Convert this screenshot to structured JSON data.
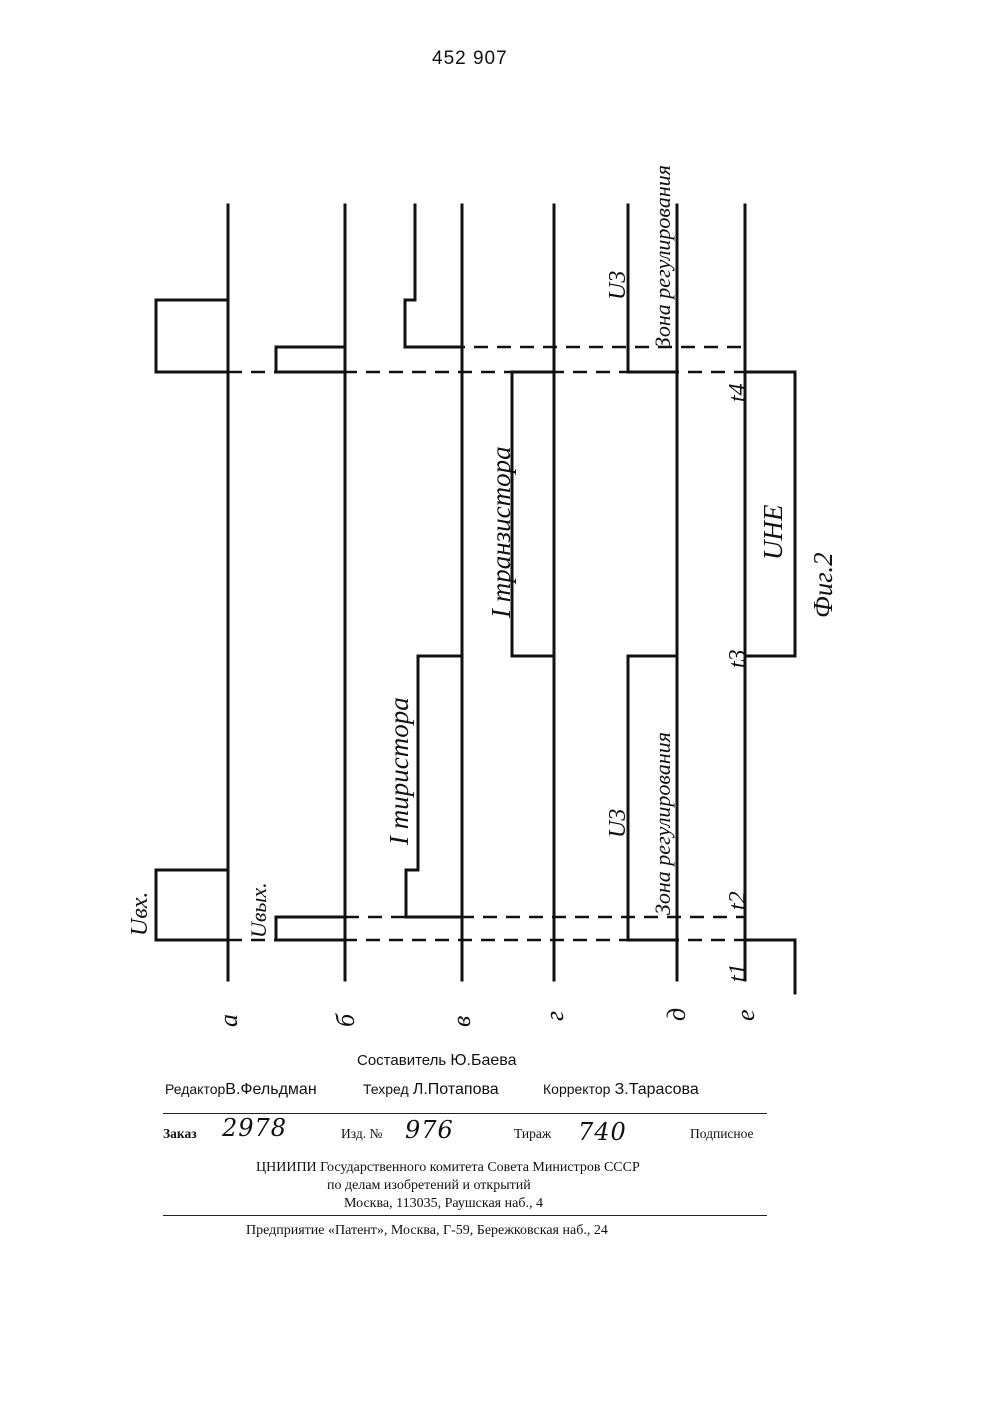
{
  "document": {
    "patent_number": "452 907",
    "figure": {
      "caption": "Фиг.2",
      "row_letters": [
        "а",
        "б",
        "в",
        "г",
        "д",
        "е"
      ],
      "signal_labels": {
        "u_in": "Uвх.",
        "u_out": "Uвых.",
        "i_thyristor": "I тиристора",
        "i_transistor": "I транзистора",
        "u3_top": "U3",
        "u3_bottom": "U3",
        "zone_top": "Зона регулирования",
        "zone_bottom": "Зона регулирования",
        "u_ne": "UНЕ"
      },
      "time_marks": [
        "t1",
        "t2",
        "t3",
        "t4"
      ]
    },
    "credits": {
      "composer_label": "Составитель",
      "composer_name": "Ю.Баева",
      "editor_label": "Редактор",
      "editor_name": "В.Фельдман",
      "techred_label": "Техред",
      "techred_name": "Л.Потапова",
      "corrector_label": "Корректор",
      "corrector_name": "З.Тарасова"
    },
    "order_line": {
      "order_label": "Заказ",
      "order_value": "2978",
      "izd_label": "Изд. №",
      "izd_value": "976",
      "tirazh_label": "Тираж",
      "tirazh_value": "740",
      "podpisnoe": "Подписное"
    },
    "publisher": {
      "line1": "ЦНИИПИ Государственного комитета Совета Министров СССР",
      "line2": "по делам изобретений и открытий",
      "line3": "Москва, 113035, Раушская наб., 4"
    },
    "printer": "Предприятие «Патент», Москва, Г-59, Бережковская наб., 24"
  }
}
